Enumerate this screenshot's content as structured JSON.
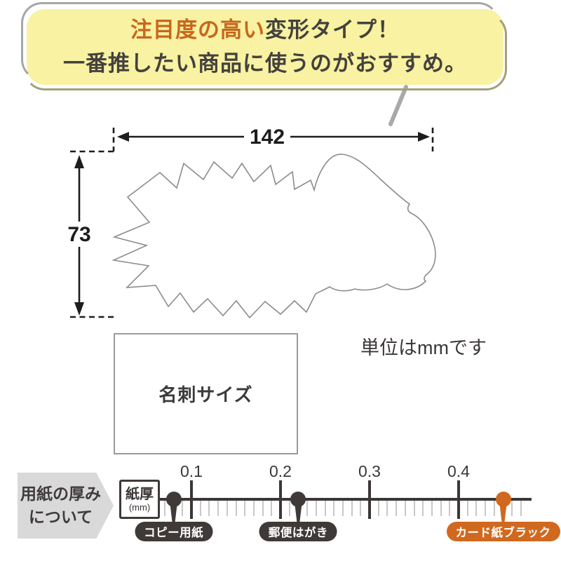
{
  "bubble": {
    "line1_highlight": "注目度の高い",
    "line1_rest": "変形タイプ！",
    "line2": "一番推したい商品に使うのがおすすめ。"
  },
  "diagram": {
    "width_label": "142",
    "height_label": "73",
    "unit_note": "単位はmmです",
    "card_label": "名刺サイズ",
    "dimensions": {
      "width_mm": 142,
      "height_mm": 73,
      "unit": "mm"
    }
  },
  "thickness": {
    "heading_line1": "用紙の厚み",
    "heading_line2": "について",
    "axis_label": "紙厚",
    "axis_unit": "(mm)"
  },
  "chart_data": {
    "type": "number_line",
    "title": "用紙の厚みについて",
    "axis_label": "紙厚(mm)",
    "range": [
      0.065,
      0.48
    ],
    "minor_tick_step": 0.01,
    "minor_tick_range": [
      0.07,
      0.47
    ],
    "major_ticks": [
      {
        "label": "0.1",
        "value": 0.1
      },
      {
        "label": "0.2",
        "value": 0.2
      },
      {
        "label": "0.3",
        "value": 0.3
      },
      {
        "label": "0.4",
        "value": 0.4
      }
    ],
    "markers": [
      {
        "label": "コピー用紙",
        "value": 0.08,
        "color": "#3f3938"
      },
      {
        "label": "郵便はがき",
        "value": 0.22,
        "color": "#3f3938"
      },
      {
        "label": "カード紙ブラック",
        "value": 0.45,
        "color": "#d0691f"
      }
    ]
  },
  "colors": {
    "bubble_bg": "#f8f2a2",
    "highlight_orange": "#c8671d",
    "marker_orange": "#d0691f",
    "dark": "#3b3736"
  }
}
